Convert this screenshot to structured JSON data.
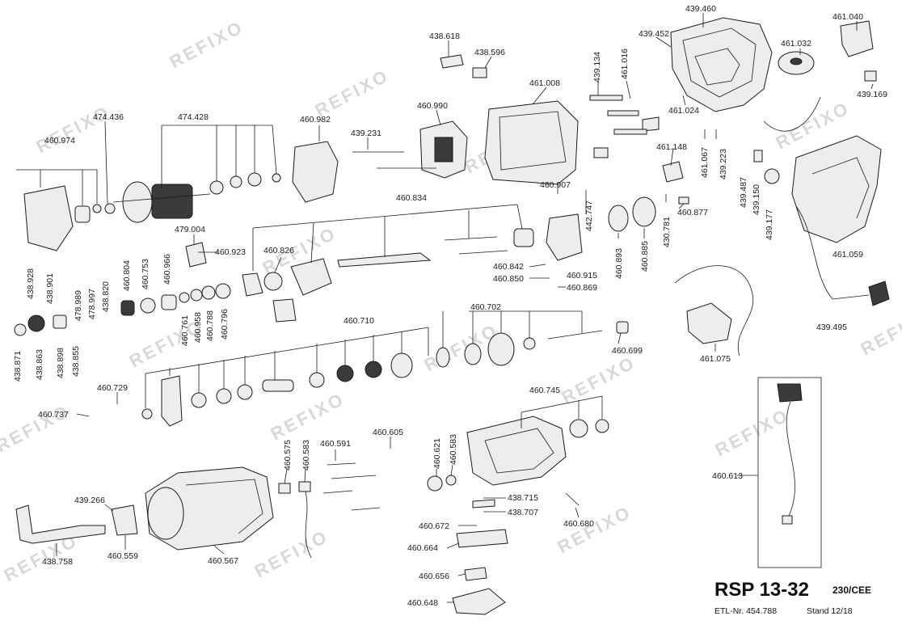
{
  "watermark": "REFIXO",
  "title_block": {
    "model": "RSP 13-32",
    "voltage": "230/CEE",
    "etl": "ETL-Nr. 454.788",
    "stand": "Stand 12/18"
  },
  "parts": [
    "439.460",
    "461.040",
    "438.618",
    "439.452",
    "461.032",
    "438.596",
    "439.134",
    "461.016",
    "461.008",
    "439.169",
    "460.990",
    "461.024",
    "474.436",
    "474.428",
    "460.982",
    "439.231",
    "460.974",
    "461.148",
    "461.067",
    "439.223",
    "460.907",
    "442.747",
    "439.487",
    "439.150",
    "460.877",
    "430.781",
    "439.177",
    "461.059",
    "460.834",
    "479.004",
    "460.923",
    "460.826",
    "460.842",
    "460.850",
    "460.915",
    "460.869",
    "460.893",
    "460.885",
    "438.928",
    "438.901",
    "478.989",
    "478.997",
    "438.820",
    "460.804",
    "460.753",
    "460.966",
    "460.761",
    "460.958",
    "460.788",
    "460.796",
    "438.871",
    "438.863",
    "438.898",
    "438.855",
    "460.702",
    "439.495",
    "460.710",
    "460.699",
    "461.075",
    "460.729",
    "460.737",
    "460.745",
    "460.605",
    "460.591",
    "460.575",
    "460.583",
    "460.613",
    "460.621",
    "460.583",
    "438.715",
    "439.266",
    "438.707",
    "460.680",
    "460.672",
    "460.559",
    "460.664",
    "438.758",
    "460.567",
    "460.656",
    "460.648"
  ]
}
